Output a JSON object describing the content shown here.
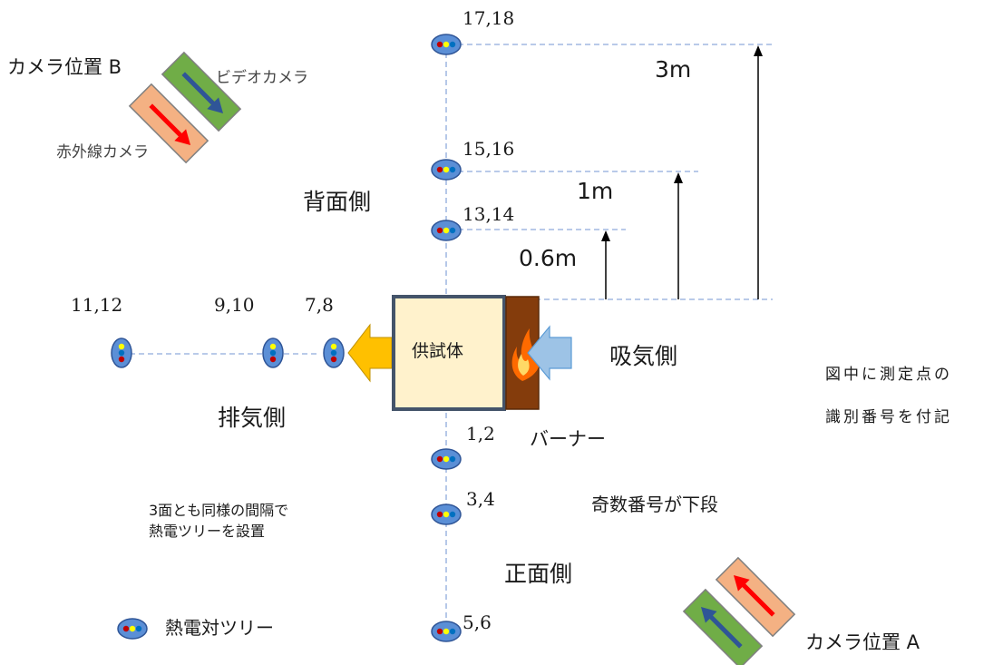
{
  "camera_b": {
    "title": "カメラ位置 B",
    "video_label": "ビデオカメラ",
    "ir_label": "赤外線カメラ"
  },
  "camera_a": {
    "title": "カメラ位置 A"
  },
  "sides": {
    "back": "背面側",
    "intake": "吸気側",
    "exhaust": "排気側",
    "front": "正面側"
  },
  "specimen": {
    "label": "供試体"
  },
  "burner": {
    "label": "バーナー"
  },
  "distances": {
    "d1": "3m",
    "d2": "1m",
    "d3": "0.6m"
  },
  "points": {
    "p17_18": "17,18",
    "p15_16": "15,16",
    "p13_14": "13,14",
    "p11_12": "11,12",
    "p9_10": "9,10",
    "p7_8": "7,8",
    "p1_2": "1,2",
    "p3_4": "3,4",
    "p5_6": "5,6"
  },
  "notes": {
    "spacing_1": "3面とも同様の間隔で",
    "spacing_2": "熱電ツリーを設置",
    "id_1": "図中に測定点の",
    "id_2": "識別番号を付記",
    "odd_lower": "奇数番号が下段"
  },
  "legend": {
    "label": "熱電対ツリー"
  },
  "colors": {
    "sensor_fill": "#5b8fd6",
    "sensor_stroke": "#2f5597",
    "specimen_fill": "#fff2cc",
    "specimen_stroke": "#44546a",
    "burner_fill": "#843c0c",
    "exhaust_arrow": "#ffc000",
    "intake_arrow": "#9dc3e6",
    "video_camera": "#70ad47",
    "ir_camera": "#f4b183",
    "dash_line": "#8faadc"
  }
}
